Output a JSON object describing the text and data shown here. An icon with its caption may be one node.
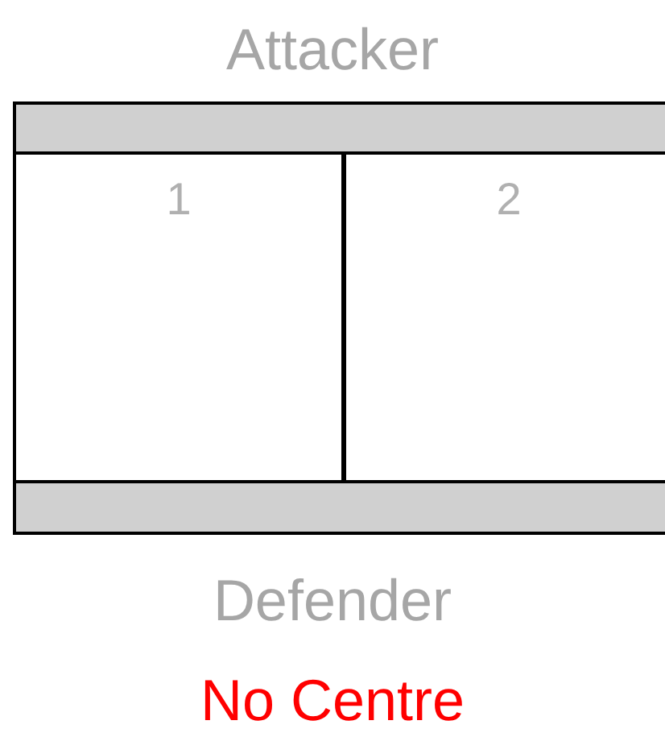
{
  "diagram": {
    "nodes": [
      {
        "text": [],
        "shape": "bar"
      },
      {
        "text": [
          "1"
        ]
      },
      {
        "text": [
          "2"
        ]
      },
      {
        "text": [],
        "shape": "bar"
      }
    ],
    "labels": [
      "Attacker",
      "Defender",
      "No Centre"
    ]
  }
}
